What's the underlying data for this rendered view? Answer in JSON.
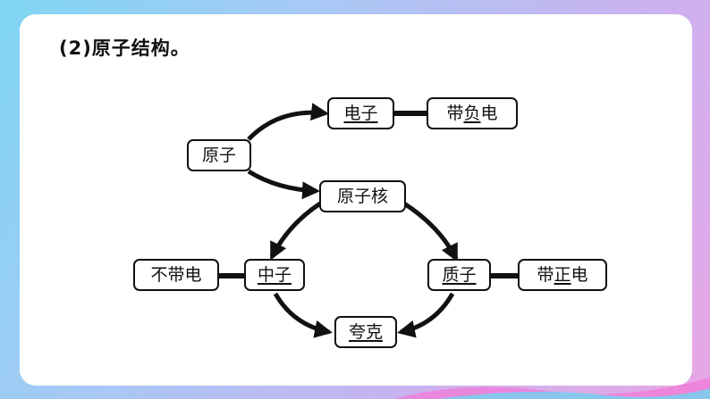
{
  "title": "(2)原子结构。",
  "nodes": {
    "atom": {
      "pre": "",
      "u": "原子",
      "post": ""
    },
    "electron": {
      "pre": "",
      "u": "电子",
      "post": ""
    },
    "electron_charge": {
      "pre": "带",
      "u": "负",
      "post": "电"
    },
    "nucleus": {
      "pre": "",
      "u": "原子核",
      "post": ""
    },
    "neutron": {
      "pre": "",
      "u": "中子",
      "post": ""
    },
    "neutron_charge": {
      "pre": "",
      "u": "不带电",
      "post": ""
    },
    "proton": {
      "pre": "",
      "u": "质子",
      "post": ""
    },
    "proton_charge": {
      "pre": "带",
      "u": "正",
      "post": "电"
    },
    "quark": {
      "pre": "",
      "u": "夸克",
      "post": ""
    }
  },
  "colors": {
    "accent": "#111111"
  }
}
